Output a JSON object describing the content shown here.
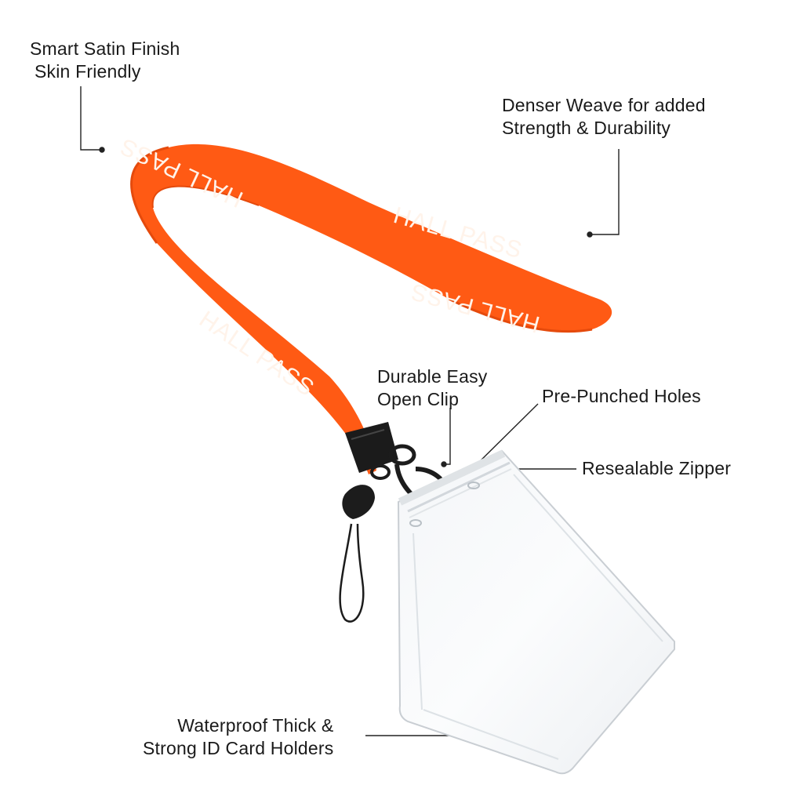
{
  "lanyard": {
    "strap_color": "#ff5a14",
    "print_text": "HALL PASS"
  },
  "callouts": {
    "satin": {
      "line1": "Smart Satin Finish",
      "line2": "Skin Friendly"
    },
    "weave": {
      "line1": "Denser Weave for added",
      "line2": "Strength & Durability"
    },
    "clip": {
      "line1": "Durable Easy",
      "line2": "Open Clip"
    },
    "holes": {
      "line1": "Pre-Punched Holes"
    },
    "zipper": {
      "line1": "Resealable Zipper"
    },
    "holder": {
      "line1": "Waterproof Thick &",
      "line2": "Strong ID Card Holders"
    }
  }
}
